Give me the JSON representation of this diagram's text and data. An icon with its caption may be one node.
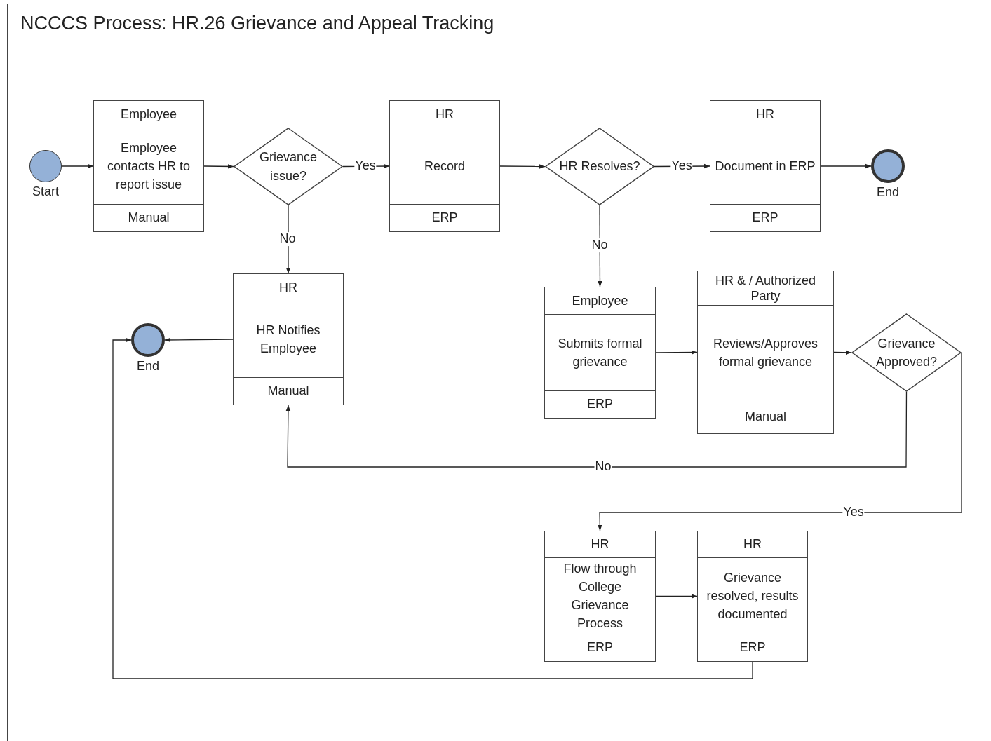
{
  "diagram": {
    "title": "NCCCS Process:  HR.26 Grievance and Appeal Tracking",
    "nodes": [
      {
        "text": [],
        "shape": "circle",
        "beside": [
          "Start"
        ]
      },
      {
        "text": [
          "Employee",
          "Employee contacts HR to report issue",
          "Manual"
        ]
      },
      {
        "text": [
          "Grievance issue?"
        ]
      },
      {
        "text": [
          "HR",
          "Record",
          "ERP"
        ]
      },
      {
        "text": [
          "HR Resolves?"
        ]
      },
      {
        "text": [
          "HR",
          "Document in ERP",
          "ERP"
        ]
      },
      {
        "text": [],
        "shape": "circle",
        "beside": [
          "End"
        ]
      },
      {
        "text": [
          "HR",
          "HR Notifies Employee",
          "Manual"
        ]
      },
      {
        "text": [],
        "shape": "circle",
        "beside": [
          "End"
        ]
      },
      {
        "text": [
          "Employee",
          "Submits formal grievance",
          "ERP"
        ]
      },
      {
        "text": [
          "HR & / Authorized Party",
          "Reviews/Approves formal grievance",
          "Manual"
        ]
      },
      {
        "text": [
          "Grievance Approved?"
        ]
      },
      {
        "text": [
          "HR",
          "Flow through College Grievance Process",
          "ERP"
        ]
      },
      {
        "text": [
          "HR",
          "Grievance resolved, results documented",
          "ERP"
        ]
      }
    ],
    "edges": [
      {
        "from": 0,
        "to": 1,
        "arrow": "to"
      },
      {
        "from": 1,
        "to": 2,
        "arrow": "to"
      },
      {
        "from": 2,
        "to": 3,
        "arrow": "to",
        "label": "Yes"
      },
      {
        "from": 3,
        "to": 4,
        "arrow": "to"
      },
      {
        "from": 4,
        "to": 5,
        "arrow": "to",
        "label": "Yes"
      },
      {
        "from": 5,
        "to": 6,
        "arrow": "to"
      },
      {
        "from": 2,
        "to": 7,
        "arrow": "to",
        "label": "No"
      },
      {
        "from": 7,
        "to": 8,
        "arrow": "to"
      },
      {
        "from": 4,
        "to": 9,
        "arrow": "to",
        "label": "No"
      },
      {
        "from": 9,
        "to": 10,
        "arrow": "to"
      },
      {
        "from": 10,
        "to": 11,
        "arrow": "to"
      },
      {
        "from": 11,
        "to": 7,
        "arrow": "to",
        "label": "No"
      },
      {
        "from": 11,
        "to": 12,
        "arrow": "to",
        "label": "Yes"
      },
      {
        "from": 12,
        "to": 13,
        "arrow": "to"
      },
      {
        "from": 13,
        "to": 8,
        "arrow": "to"
      }
    ]
  }
}
